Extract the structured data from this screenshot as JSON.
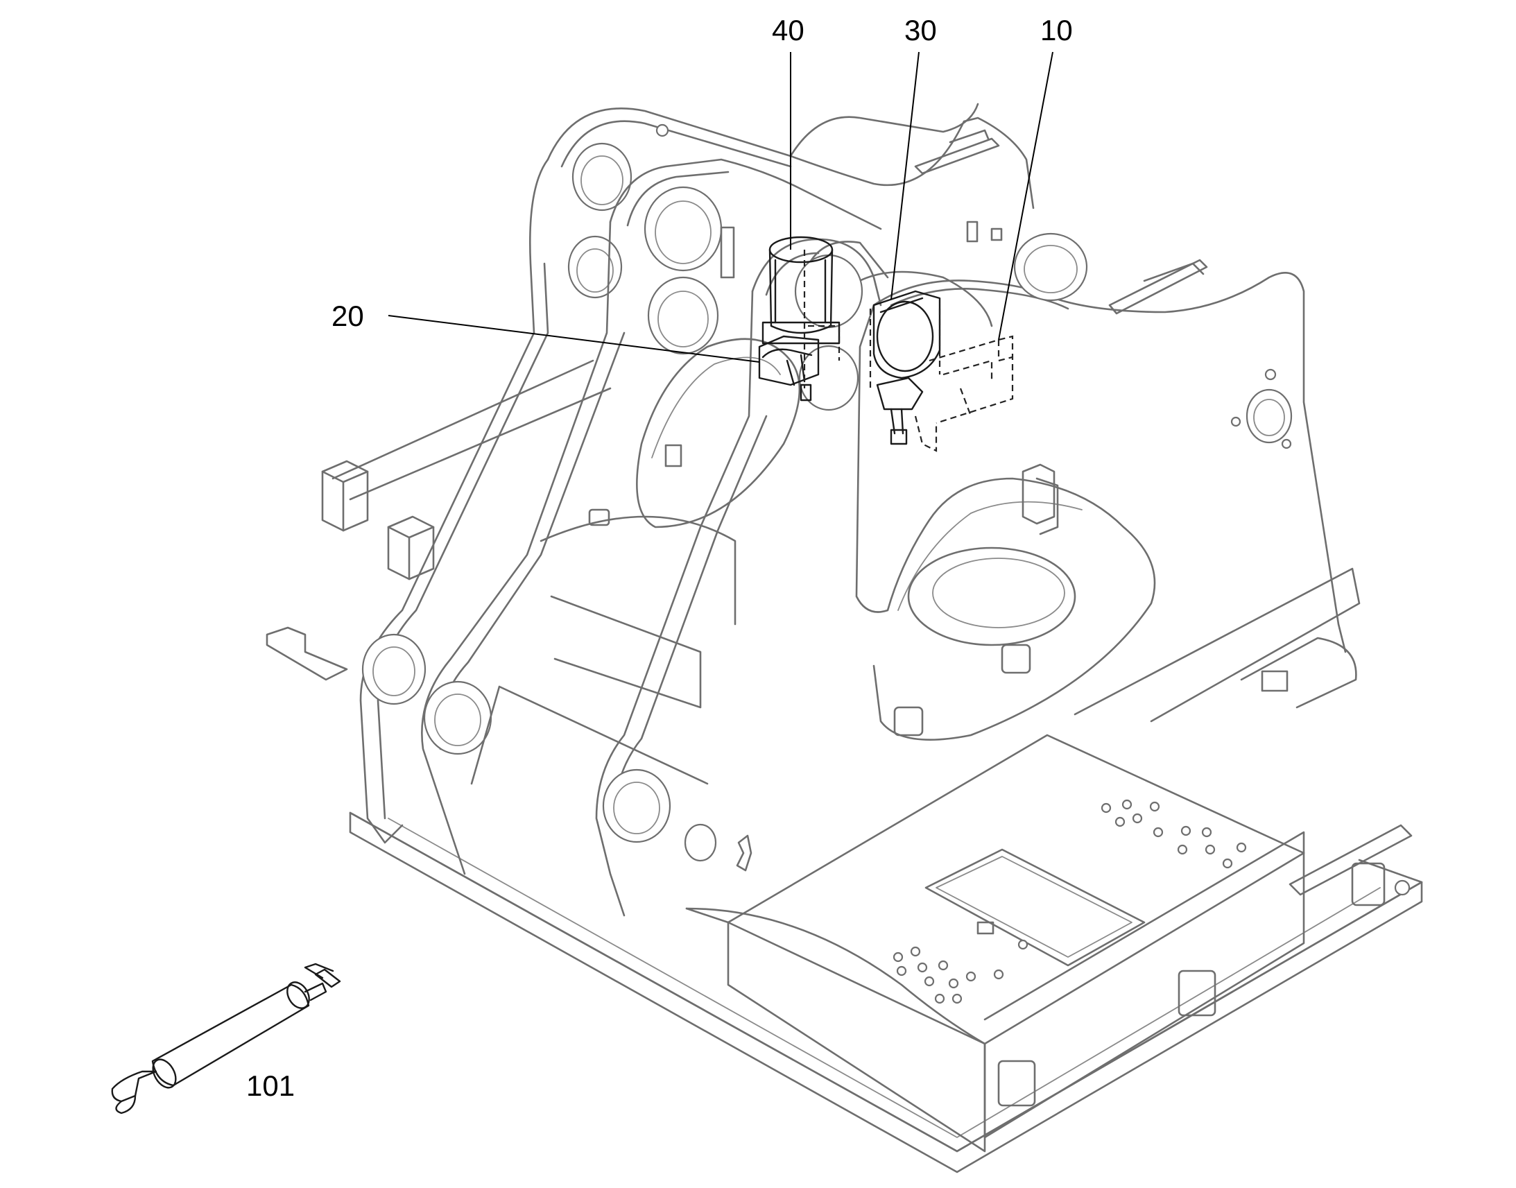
{
  "diagram": {
    "callouts": [
      {
        "id": "40",
        "label": "40"
      },
      {
        "id": "30",
        "label": "30"
      },
      {
        "id": "10",
        "label": "10"
      },
      {
        "id": "20",
        "label": "20"
      },
      {
        "id": "101",
        "label": "101"
      }
    ],
    "colors": {
      "line": "#6e6e6e",
      "component": "#1a1a1a",
      "background": "#ffffff"
    }
  }
}
